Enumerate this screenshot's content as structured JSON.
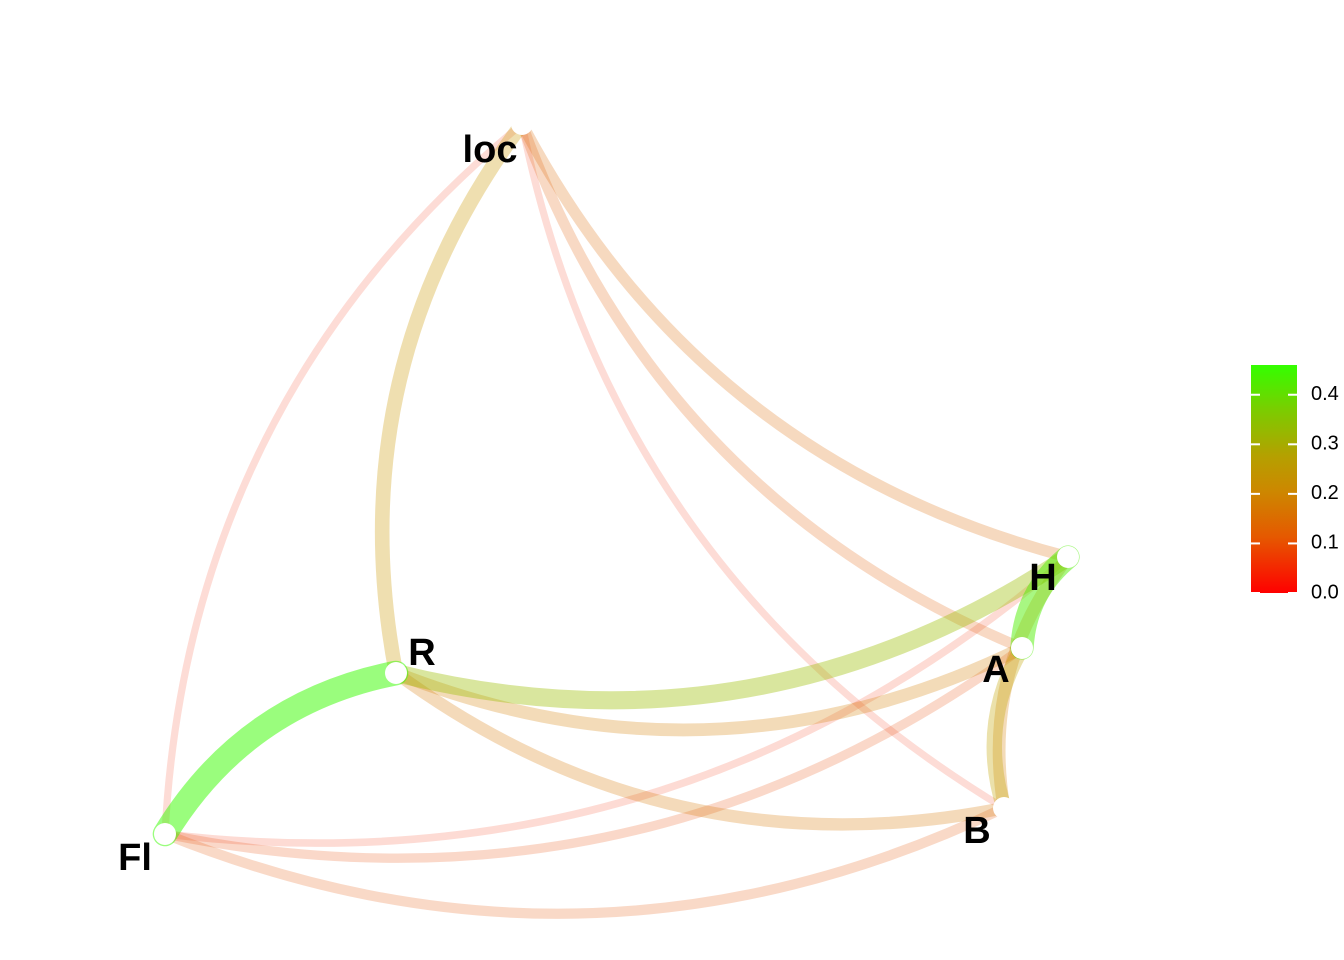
{
  "nodes": [
    {
      "id": "loc",
      "label": "loc"
    },
    {
      "id": "R",
      "label": "R"
    },
    {
      "id": "Fl",
      "label": "Fl"
    },
    {
      "id": "H",
      "label": "H"
    },
    {
      "id": "A",
      "label": "A"
    },
    {
      "id": "B",
      "label": "B"
    }
  ],
  "edges": [
    {
      "from": "loc",
      "to": "Fl",
      "weight": 0.05
    },
    {
      "from": "loc",
      "to": "R",
      "weight": 0.22
    },
    {
      "from": "loc",
      "to": "H",
      "weight": 0.15
    },
    {
      "from": "loc",
      "to": "A",
      "weight": 0.13
    },
    {
      "from": "loc",
      "to": "B",
      "weight": 0.05
    },
    {
      "from": "R",
      "to": "Fl",
      "weight": 0.45
    },
    {
      "from": "R",
      "to": "H",
      "weight": 0.3
    },
    {
      "from": "R",
      "to": "A",
      "weight": 0.18
    },
    {
      "from": "R",
      "to": "B",
      "weight": 0.17
    },
    {
      "from": "Fl",
      "to": "H",
      "weight": 0.06
    },
    {
      "from": "Fl",
      "to": "A",
      "weight": 0.1
    },
    {
      "from": "Fl",
      "to": "B",
      "weight": 0.12
    },
    {
      "from": "H",
      "to": "A",
      "weight": 0.42
    },
    {
      "from": "A",
      "to": "B",
      "weight": 0.24
    },
    {
      "from": "H",
      "to": "B",
      "weight": 0.18
    }
  ],
  "legend": {
    "ticks": [
      "0.0",
      "0.1",
      "0.2",
      "0.3",
      "0.4"
    ],
    "tick_values": [
      0.0,
      0.1,
      0.2,
      0.3,
      0.4
    ],
    "min": 0.0,
    "max": 0.46,
    "colors": {
      "low": "#ff0000",
      "mid": "#c8a000",
      "high": "#33ff00"
    }
  }
}
